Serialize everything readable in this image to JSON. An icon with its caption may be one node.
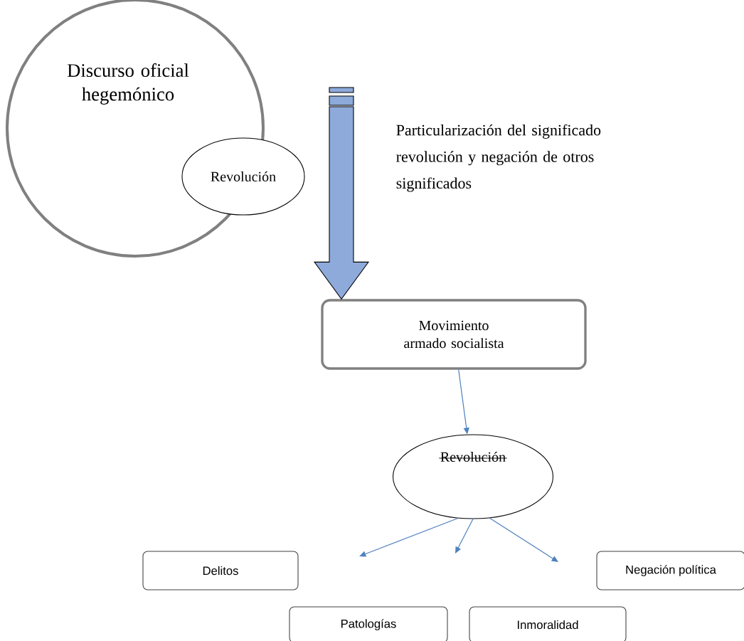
{
  "diagram": {
    "nodes": [
      {
        "text": [
          "Discurso oficial hegemónico"
        ]
      },
      {
        "text": [
          "Revolución"
        ]
      },
      {
        "text": [
          "Movimiento armado socialista"
        ]
      },
      {
        "text": [
          "Revolución"
        ]
      },
      {
        "text": [
          "Delitos"
        ]
      },
      {
        "text": [
          "Negación política"
        ]
      },
      {
        "text": [
          "Patologías"
        ]
      },
      {
        "text": [
          "Inmoralidad"
        ]
      }
    ],
    "edges": [
      {
        "from": null,
        "to": 2,
        "arrow": "to",
        "style": "thick",
        "color": "#8eaadb",
        "label": "Particularización del significado revolución y negación de otros significados"
      },
      {
        "from": 2,
        "to": 3,
        "arrow": "to"
      },
      {
        "from": 3,
        "to": null,
        "arrow": "to"
      },
      {
        "from": 3,
        "to": null,
        "arrow": "to"
      },
      {
        "from": 3,
        "to": null,
        "arrow": "to"
      }
    ]
  }
}
